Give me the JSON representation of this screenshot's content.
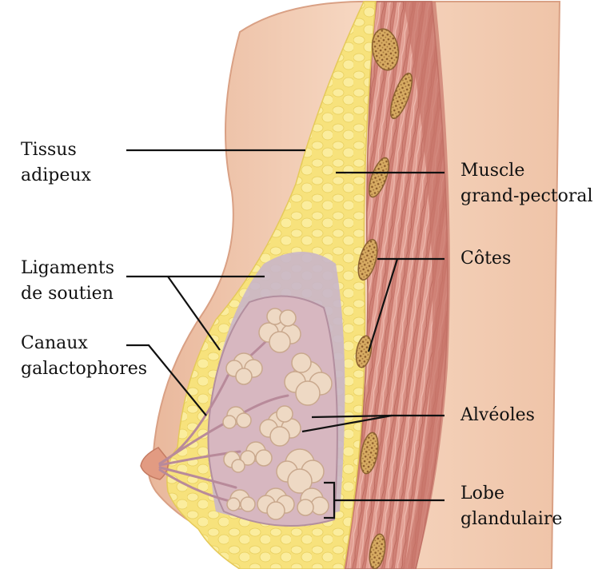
{
  "labels": {
    "tissus_adipeux": "Tissus\nadipeux",
    "ligaments": "Ligaments\nde soutien",
    "canaux": "Canaux\ngalactophores",
    "muscle": "Muscle\ngrand-pectoral",
    "cotes": "Côtes",
    "alveoles": "Alvéoles",
    "lobe": "Lobe\nglandulaire"
  },
  "colors": {
    "skin": "#f3cdb3",
    "skin_shadow": "#e2a98c",
    "fat": "#f6e27a",
    "muscle": "#d98f84",
    "rib": "#d9b06a",
    "gland": "#e9cbbb",
    "lobule": "#f0dcc8"
  }
}
